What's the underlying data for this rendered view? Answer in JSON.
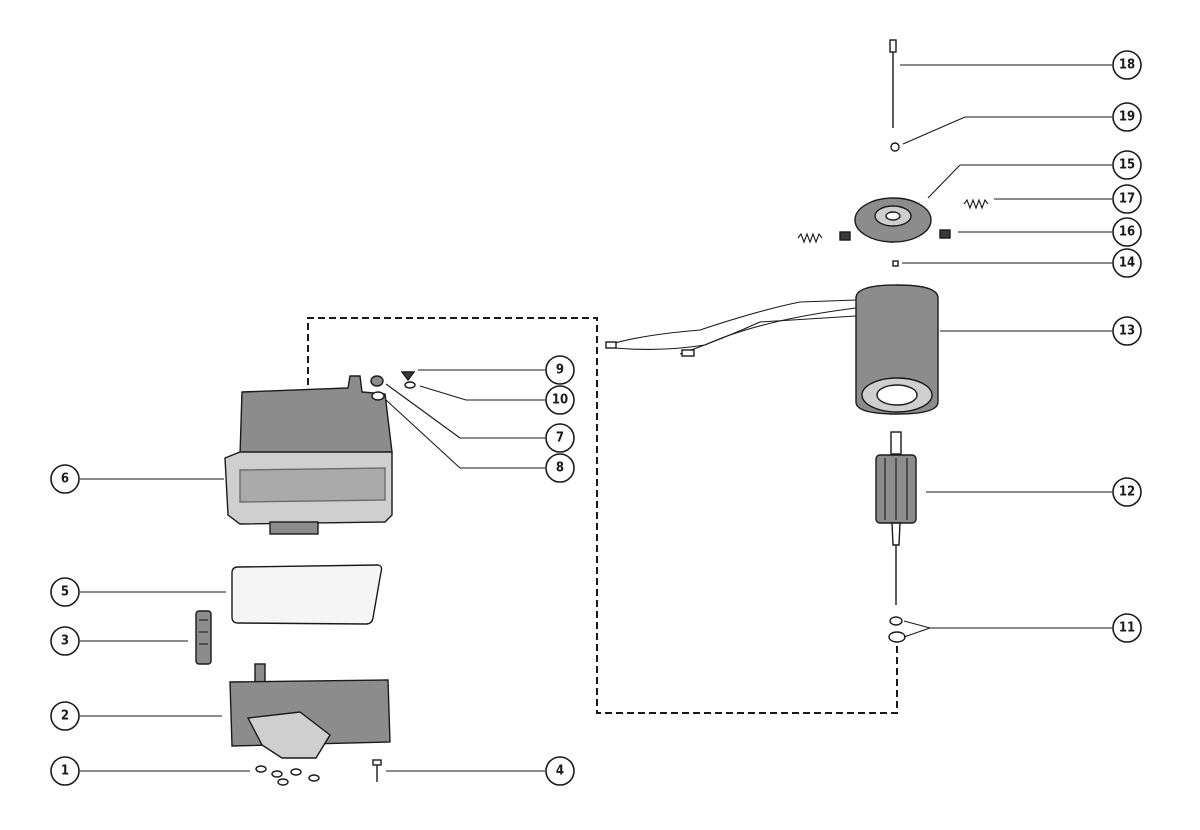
{
  "callouts": [
    {
      "id": "c1",
      "label": "1"
    },
    {
      "id": "c2",
      "label": "2"
    },
    {
      "id": "c3",
      "label": "3"
    },
    {
      "id": "c4",
      "label": "4"
    },
    {
      "id": "c5",
      "label": "5"
    },
    {
      "id": "c6",
      "label": "6"
    },
    {
      "id": "c7",
      "label": "7"
    },
    {
      "id": "c8",
      "label": "8"
    },
    {
      "id": "c9",
      "label": "9"
    },
    {
      "id": "c10",
      "label": "10"
    },
    {
      "id": "c11",
      "label": "11"
    },
    {
      "id": "c12",
      "label": "12"
    },
    {
      "id": "c13",
      "label": "13"
    },
    {
      "id": "c14",
      "label": "14"
    },
    {
      "id": "c15",
      "label": "15"
    },
    {
      "id": "c16",
      "label": "16"
    },
    {
      "id": "c17",
      "label": "17"
    },
    {
      "id": "c18",
      "label": "18"
    },
    {
      "id": "c19",
      "label": "19"
    }
  ],
  "colors": {
    "ink": "#1a1a1a",
    "background": "#ffffff",
    "shade": "#8c8c8c"
  }
}
